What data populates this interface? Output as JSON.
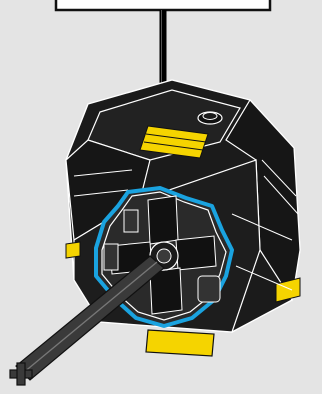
{
  "diagram": {
    "background_color": "#e4e4e4",
    "brick_body_color": "#1b1b1b",
    "brick_edge_color": "#ffffff",
    "accent_stripe_color": "#f5d400",
    "highlight_outline_color": "#1aa3e0",
    "axle_color": "#3a3a3a",
    "arrow_color": "#000000",
    "callout_box": {
      "text": ""
    },
    "icons": [
      "callout-box",
      "pointer-arrow",
      "lego-battery-box",
      "connector-hub",
      "axle"
    ]
  }
}
